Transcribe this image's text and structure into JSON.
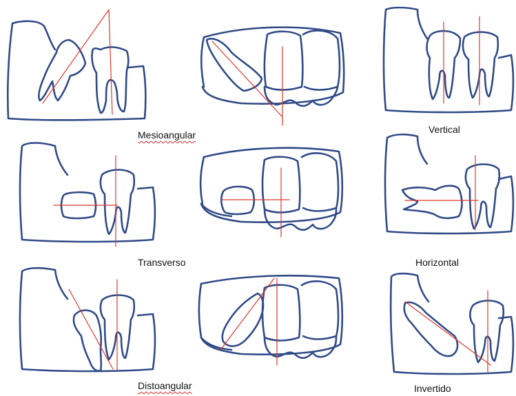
{
  "colors": {
    "ink": "#2f4a86",
    "axis": "#e0352b",
    "text": "#111111",
    "spellcheck": "#d12a2a"
  },
  "labels": {
    "mesioangular": "Mesioangular",
    "vertical": "Vertical",
    "transverso": "Transverso",
    "horizontal": "Horizontal",
    "distoangular": "Distoangular",
    "invertido": "Invertido"
  }
}
